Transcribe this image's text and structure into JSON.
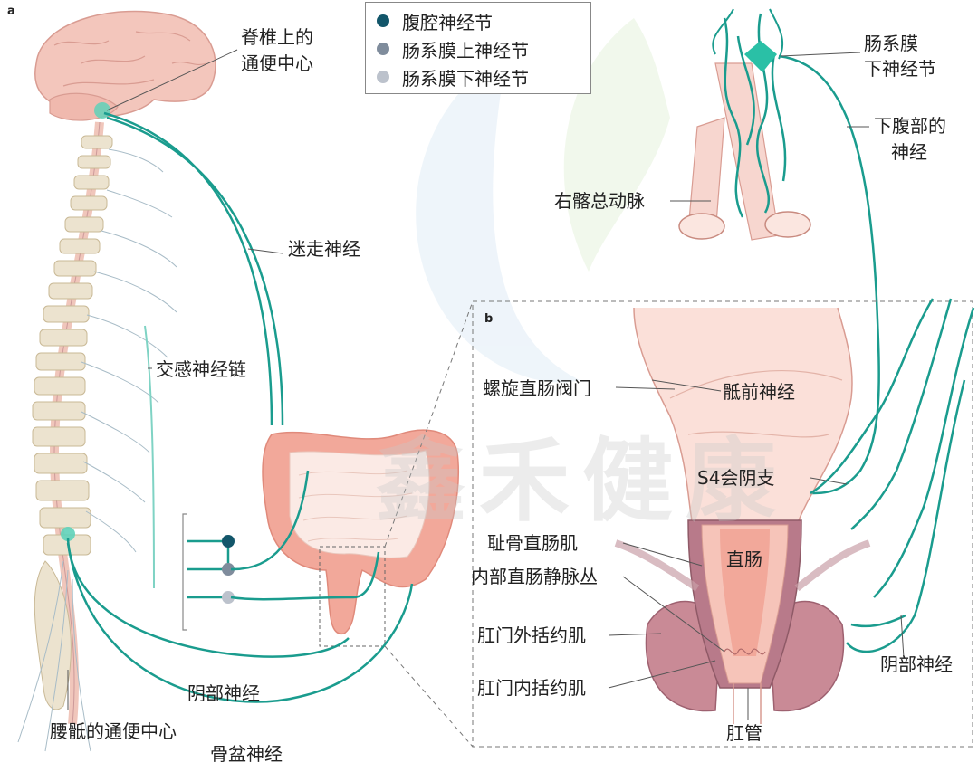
{
  "panel_labels": {
    "a": "a",
    "b": "b"
  },
  "legend": [
    {
      "label": "腹腔神经节",
      "color": "#12566a"
    },
    {
      "label": "肠系膜上神经节",
      "color": "#7f8c9c"
    },
    {
      "label": "肠系膜下神经节",
      "color": "#bcc2cc"
    }
  ],
  "labels": {
    "supraspinal": [
      "脊椎上的",
      "通便中心"
    ],
    "vagus": "迷走神经",
    "sympathetic_chain": "交感神经链",
    "lumbosacral": "腰骶的通便中心",
    "pudendal_a": "阴部神经",
    "pelvic": "骨盆神经",
    "inf_mesenteric": [
      "肠系膜",
      "下神经节"
    ],
    "hypogastric": [
      "下腹部的",
      "神经"
    ],
    "iliac": "右髂总动脉",
    "spiral_valve": "螺旋直肠阀门",
    "presacral": "骶前神经",
    "s4": "S4会阴支",
    "puborectalis": "耻骨直肠肌",
    "hemorrhoidal": "内部直肠静脉丛",
    "ext_sphincter": "肛门外括约肌",
    "int_sphincter": "肛门内括约肌",
    "rectum": "直肠",
    "anal_canal": "肛管",
    "pudendal_b": "阴部神经"
  },
  "watermark": "鑫禾健康",
  "colors": {
    "nerve": "#1a9c8e",
    "brain": "#f3c6bc",
    "colon": "#f2a89a",
    "bone": "#ece3cf"
  }
}
